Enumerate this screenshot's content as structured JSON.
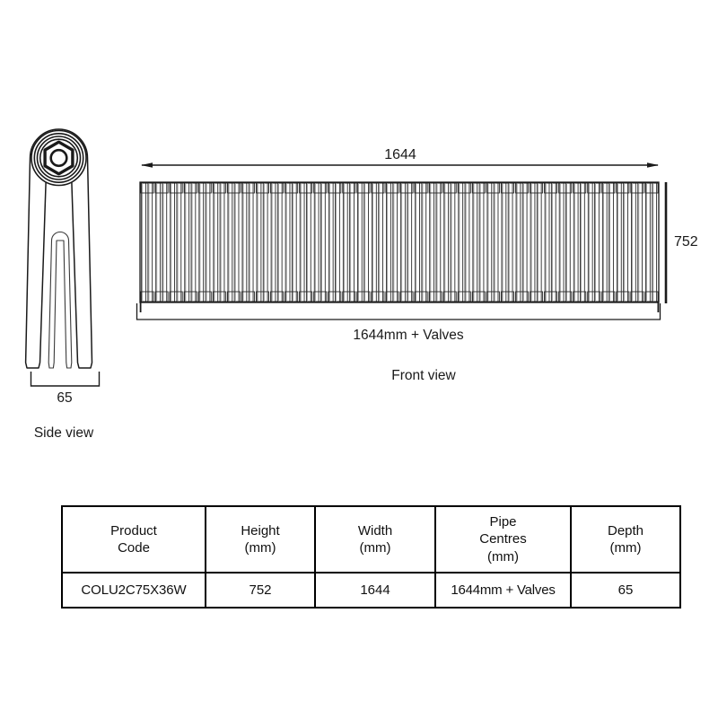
{
  "drawing": {
    "title_side_view": "Side view",
    "title_front_view": "Front view",
    "dimensions": {
      "overall_width": "1644",
      "overall_height": "752",
      "pipe_centres": "1644mm + Valves",
      "depth": "65"
    },
    "front_view": {
      "section_count": 36,
      "columns_per_section": 2
    }
  },
  "spec_table": {
    "headers": [
      {
        "line1": "Product",
        "line2": "Code",
        "line3": ""
      },
      {
        "line1": "Height",
        "line2": "(mm)",
        "line3": ""
      },
      {
        "line1": "Width",
        "line2": "(mm)",
        "line3": ""
      },
      {
        "line1": "Pipe",
        "line2": "Centres",
        "line3": "(mm)"
      },
      {
        "line1": "Depth",
        "line2": "(mm)",
        "line3": ""
      }
    ],
    "row": {
      "product_code": "COLU2C75X36W",
      "height": "752",
      "width": "1644",
      "pipe_centres": "1644mm + Valves",
      "depth": "65"
    }
  },
  "colors": {
    "line": "#1a1a1a",
    "thin_line": "#555555",
    "background": "#ffffff"
  }
}
